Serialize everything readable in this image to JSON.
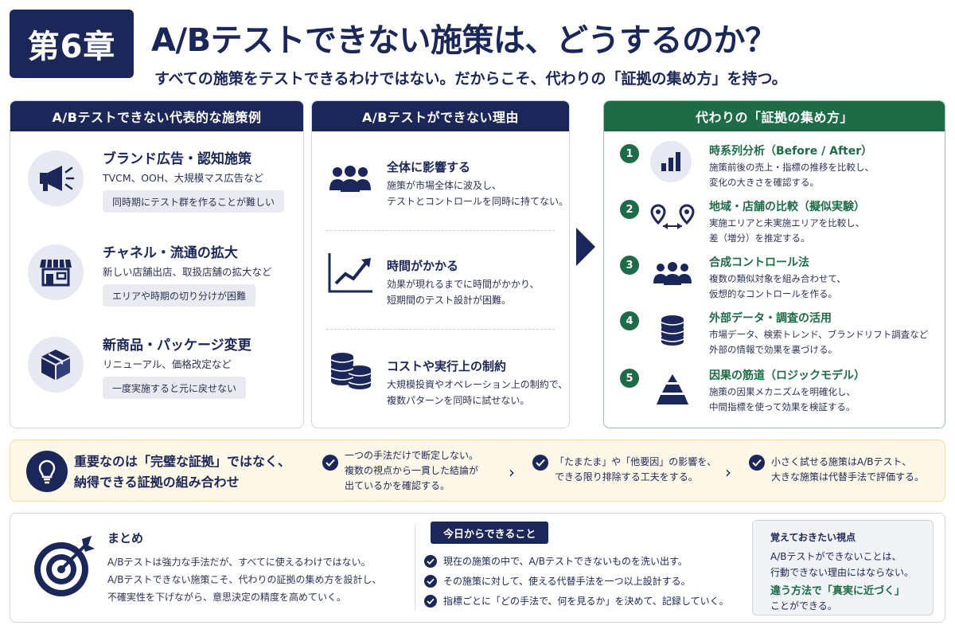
{
  "header": {
    "chapter": "第6章",
    "title": "A/Bテストできない施策は、どうするのか？",
    "subtitle": "すべての施策をテストできるわけではない。だからこそ、代わりの「証拠の集め方」を持つ。"
  },
  "examples": {
    "heading": "A/Bテストできない代表的な施策例",
    "items": [
      {
        "title": "ブランド広告・認知施策",
        "desc": "TVCM、OOH、大規模マス広告など",
        "tag": "同時期にテスト群を作ることが難しい",
        "icon": "megaphone-icon"
      },
      {
        "title": "チャネル・流通の拡大",
        "desc": "新しい店舗出店、取扱店舗の拡大など",
        "tag": "エリアや時期の切り分けが困難",
        "icon": "store-icon"
      },
      {
        "title": "新商品・パッケージ変更",
        "desc": "リニューアル、価格改定など",
        "tag": "一度実施すると元に戻せない",
        "icon": "box-icon"
      }
    ]
  },
  "reasons": {
    "heading": "A/Bテストができない理由",
    "items": [
      {
        "title": "全体に影響する",
        "line1": "施策が市場全体に波及し、",
        "line2": "テストとコントロールを同時に持てない。",
        "icon": "people-icon"
      },
      {
        "title": "時間がかかる",
        "line1": "効果が現れるまでに時間がかかり、",
        "line2": "短期間のテスト設計が困難。",
        "icon": "trend-chart-icon"
      },
      {
        "title": "コストや実行上の制約",
        "line1": "大規模投資やオペレーション上の制約で、",
        "line2": "複数パターンを同時に試せない。",
        "icon": "coins-icon"
      }
    ]
  },
  "methods": {
    "heading": "代わりの「証拠の集め方」",
    "items": [
      {
        "num": "1",
        "title": "時系列分析（Before / After）",
        "line1": "施策前後の売上・指標の推移を比較し、",
        "line2": "変化の大きさを確認する。",
        "icon": "bar-chart-icon"
      },
      {
        "num": "2",
        "title": "地域・店舗の比較（擬似実験）",
        "line1": "実施エリアと未実施エリアを比較し、",
        "line2": "差（増分）を推定する。",
        "icon": "location-pins-icon"
      },
      {
        "num": "3",
        "title": "合成コントロール法",
        "line1": "複数の類似対象を組み合わせて、",
        "line2": "仮想的なコントロールを作る。",
        "icon": "group-icon"
      },
      {
        "num": "4",
        "title": "外部データ・調査の活用",
        "line1": "市場データ、検索トレンド、ブランドリフト調査など",
        "line2": "外部の情報で効果を裏づける。",
        "icon": "database-icon"
      },
      {
        "num": "5",
        "title": "因果の筋道（ロジックモデル）",
        "line1": "施策の因果メカニズムを明確化し、",
        "line2": "中間指標を使って効果を検証する。",
        "icon": "pyramid-icon"
      }
    ]
  },
  "key": {
    "headline1": "重要なのは「完璧な証拠」ではなく、",
    "headline2": "納得できる証拠の組み合わせ",
    "points": [
      {
        "l1": "一つの手法だけで断定しない。",
        "l2": "複数の視点から一貫した結論が",
        "l3": "出ているかを確認する。"
      },
      {
        "l1": "「たまたま」や「他要因」の影響を、",
        "l2": "できる限り排除する工夫をする。"
      },
      {
        "l1": "小さく試せる施策はA/Bテスト、",
        "l2": "大きな施策は代替手法で評価する。"
      }
    ]
  },
  "summary": {
    "title": "まとめ",
    "lines": [
      "A/Bテストは強力な手法だが、すべてに使えるわけではない。",
      "A/Bテストできない施策こそ、代わりの証拠の集め方を設計し、",
      "不確実性を下げながら、意思決定の精度を高めていく。"
    ],
    "today_heading": "今日からできること",
    "today_items": [
      "現在の施策の中で、A/Bテストできないものを洗い出す。",
      "その施策に対して、使える代替手法を一つ以上設計する。",
      "指標ごとに「どの手法で、何を見るか」を決めて、記録していく。"
    ],
    "memo_heading": "覚えておきたい視点",
    "memo_line1": "A/Bテストができないことは、",
    "memo_line2": "行動できない理由にはならない。",
    "memo_accent": "違う方法で「真実に近づく」",
    "memo_line3": "ことができる。"
  },
  "colors": {
    "navy": "#1b2659",
    "green": "#1e6b47",
    "key_bg": "#fff8e8"
  }
}
